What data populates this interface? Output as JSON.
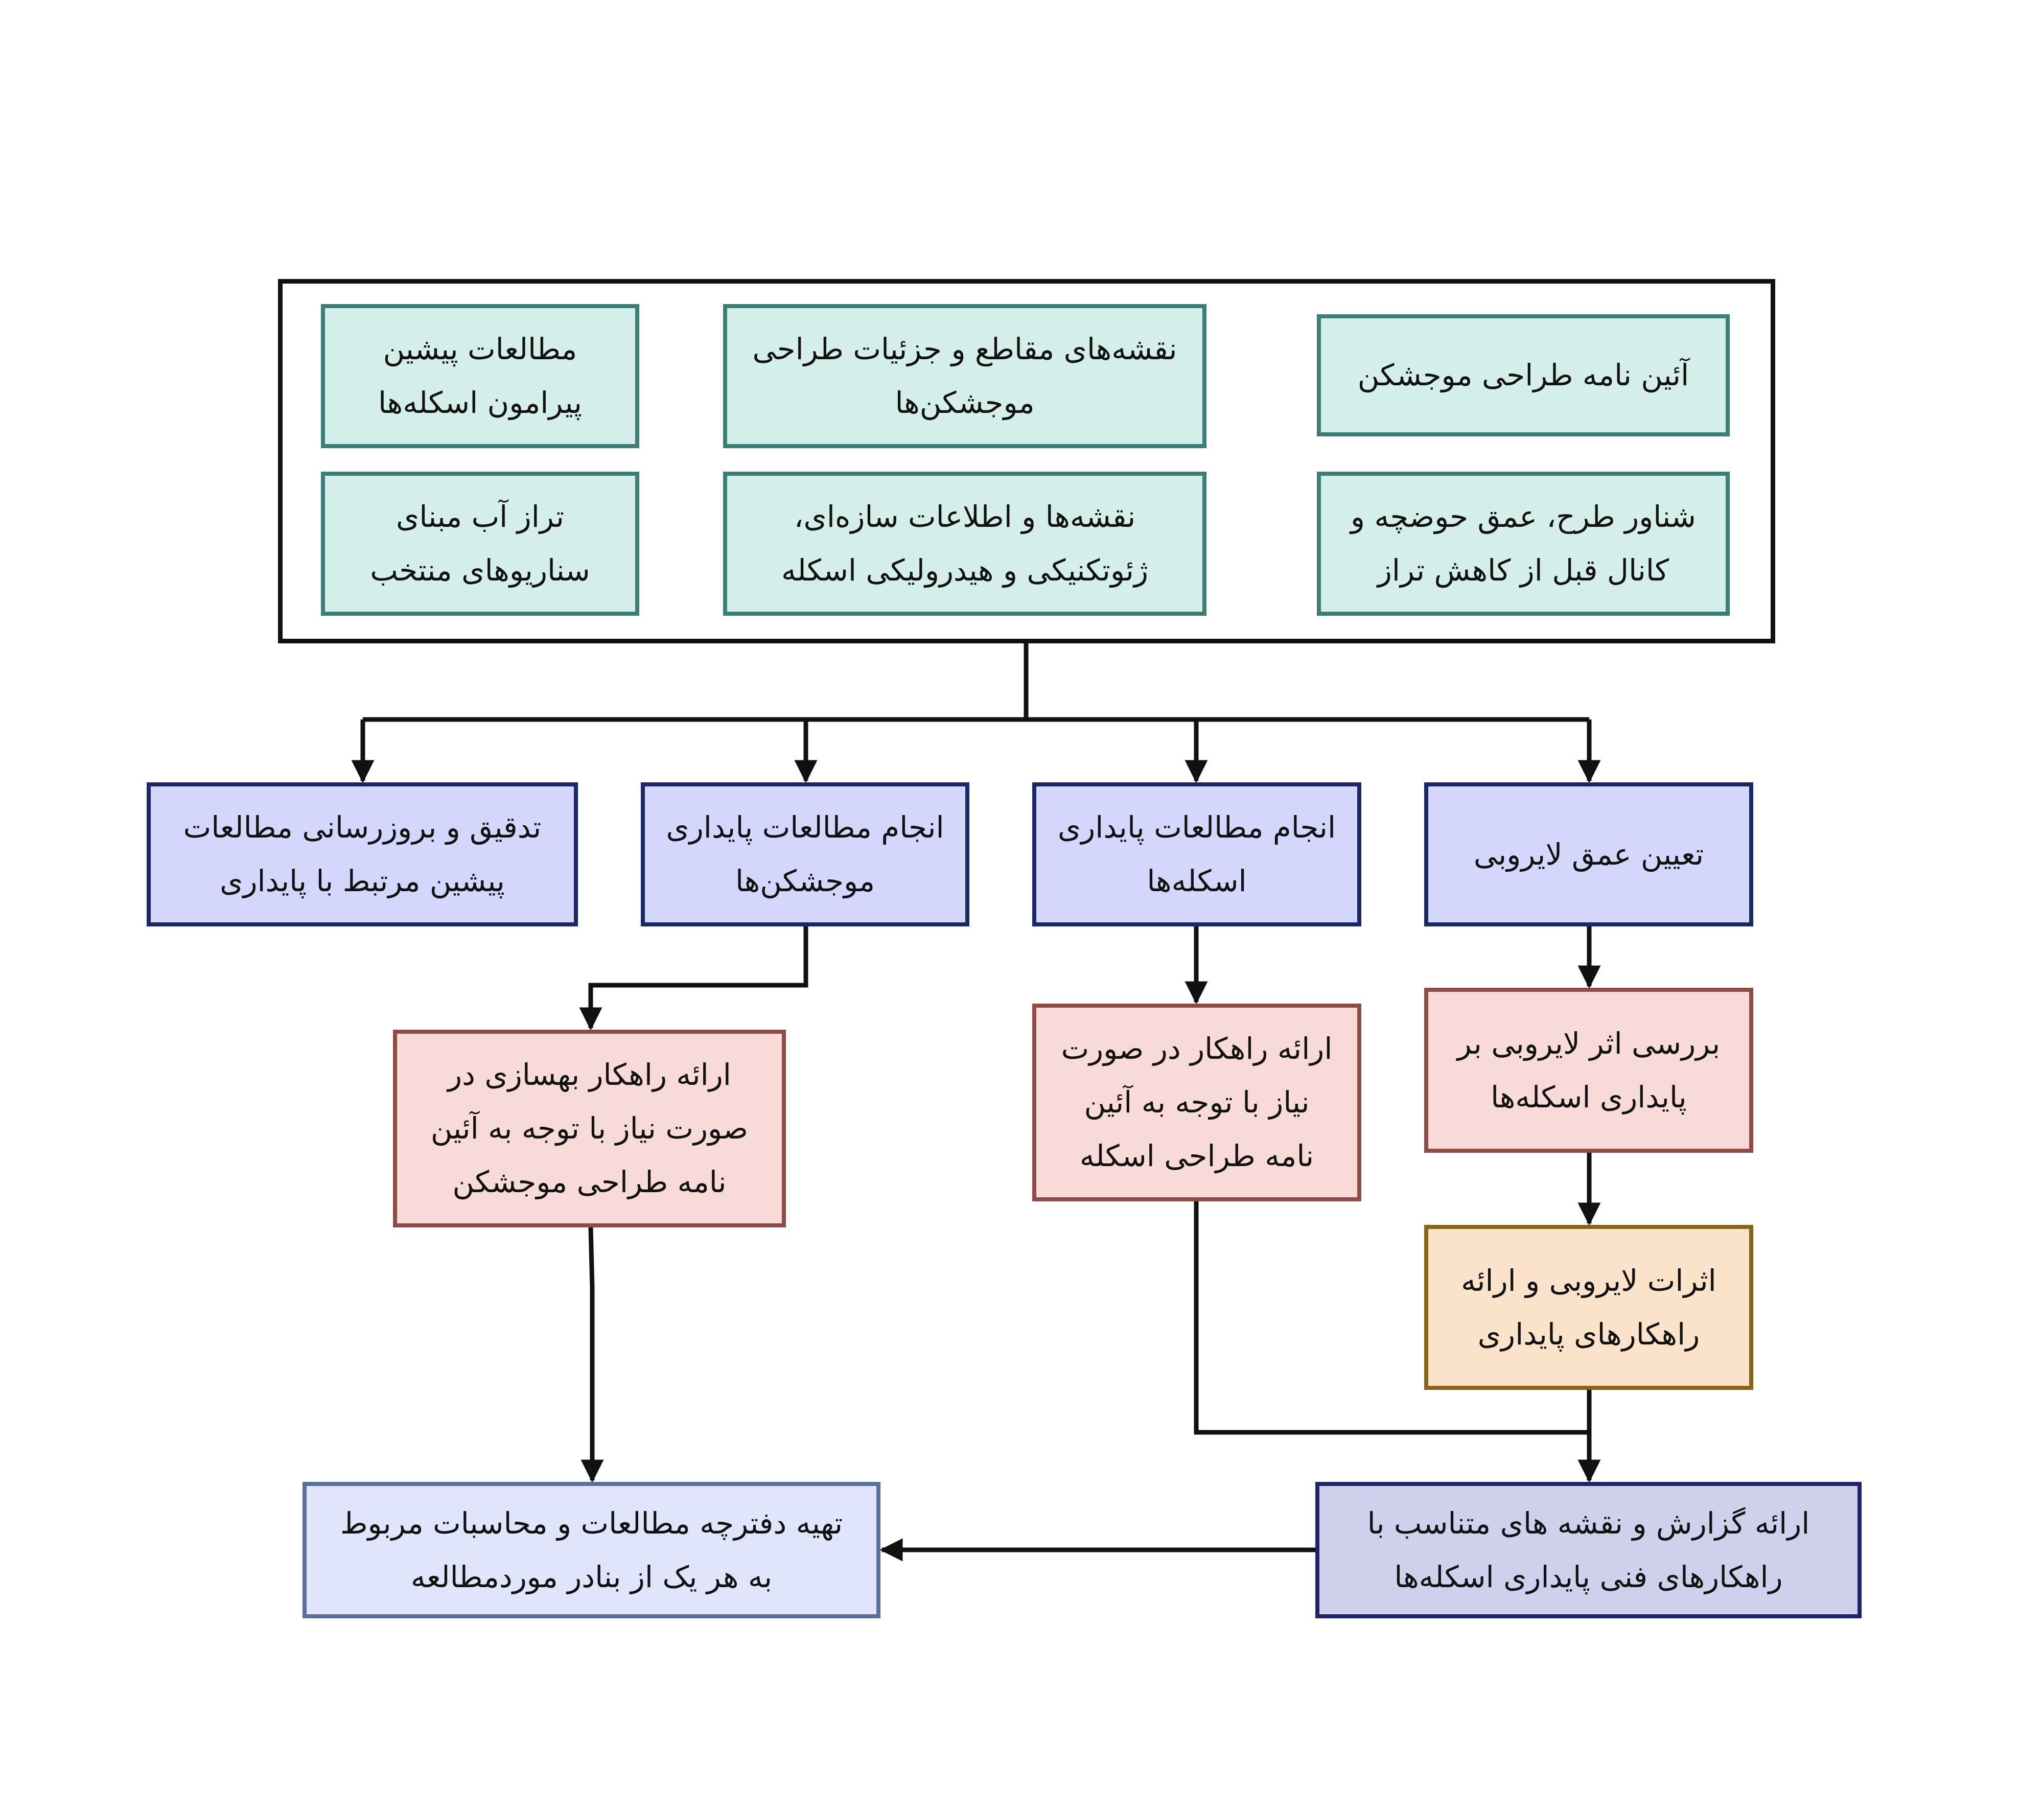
{
  "group": {
    "items": [
      {
        "id": "t1",
        "lines": [
          "مطالعات پیشین",
          "پیرامون اسکله‌ها"
        ]
      },
      {
        "id": "t2",
        "lines": [
          "نقشه‌های مقاطع و جزئیات طراحی",
          "موجشکن‌ها"
        ]
      },
      {
        "id": "t3",
        "lines": [
          "آئین نامه طراحی موجشکن"
        ]
      },
      {
        "id": "t4",
        "lines": [
          "تراز آب مبنای",
          "سناریوهای منتخب"
        ]
      },
      {
        "id": "t5",
        "lines": [
          "نقشه‌ها و اطلاعات سازه‌ای،",
          "ژئوتکنیکی و هیدرولیکی اسکله"
        ]
      },
      {
        "id": "t6",
        "lines": [
          "شناور طرح، عمق حوضچه و",
          "کانال قبل از کاهش تراز"
        ]
      }
    ]
  },
  "tasks": [
    {
      "id": "b1",
      "lines": [
        "تدقیق و بروزرسانی مطالعات",
        "پیشین مرتبط با پایداری"
      ]
    },
    {
      "id": "b2",
      "lines": [
        "انجام مطالعات پایداری",
        "موجشکن‌ها"
      ]
    },
    {
      "id": "b3",
      "lines": [
        "انجام مطالعات پایداری",
        "اسکله‌ها"
      ]
    },
    {
      "id": "b4",
      "lines": [
        "تعیین عمق لایروبی"
      ]
    }
  ],
  "outputs": [
    {
      "id": "r1",
      "lines": [
        "ارائه راهکار بهسازی در",
        "صورت نیاز با توجه به آئین",
        "نامه طراحی موجشکن"
      ]
    },
    {
      "id": "r2",
      "lines": [
        "ارائه راهکار در صورت",
        "نیاز با توجه به آئین",
        "نامه طراحی اسکله"
      ]
    },
    {
      "id": "r3",
      "lines": [
        "بررسی اثر لایروبی بر",
        "پایداری اسکله‌ها"
      ]
    },
    {
      "id": "o1",
      "lines": [
        "اثرات لایروبی و ارائه",
        "راهکارهای پایداری"
      ]
    },
    {
      "id": "n1",
      "lines": [
        "ارائه گزارش و نقشه های متناسب با",
        "راهکارهای فنی پایداری اسکله‌ها"
      ]
    },
    {
      "id": "l1",
      "lines": [
        "تهیه دفترچه مطالعات و محاسبات مربوط",
        "به هر یک از بنادر موردمطالعه"
      ]
    }
  ]
}
